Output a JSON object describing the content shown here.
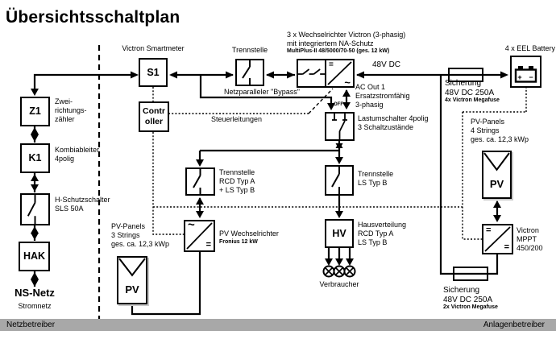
{
  "title": "Übersichtsschaltplan",
  "colors": {
    "line": "#000000",
    "separator_bar": "#a8a8a8",
    "background": "#ffffff"
  },
  "footer": {
    "left_zone": "Netzbetreiber",
    "right_zone": "Anlagenbetreiber"
  },
  "glyphs": {
    "dc": "=",
    "ac": "~",
    "plus": "+",
    "minus": "−"
  },
  "grid_column": {
    "z1": {
      "label": "Z1",
      "caption": "Zwei-\nrichtungs-\nzähler"
    },
    "k1": {
      "label": "K1",
      "caption": "Kombiableiter\n4polig"
    },
    "sls": {
      "caption": "H-Schutzschalter\nSLS 50A"
    },
    "hak": {
      "label": "HAK"
    },
    "grid": {
      "label": "NS-Netz",
      "caption": "Stromnetz"
    }
  },
  "metering": {
    "smartmeter": {
      "label": "S1",
      "caption": "Victron Smartmeter"
    },
    "controller": {
      "label": "Contr\noller"
    },
    "steuerleitungen_label": "Steuerleitungen"
  },
  "ac_path": {
    "trennstelle_top": {
      "caption": "Trennstelle"
    },
    "bypass_label": "Netzparalleler \"Bypass\"",
    "multiplus": {
      "caption": "3 x Wechselrichter Victron (3-phasig)\nmit integriertem NA-Schutz",
      "sub": "MultiPlus-II 48/5000/70-50 (ges. 12 kW)"
    },
    "ac_out_label": "AC Out 1\nErsatzstromfähig\n3-phasig",
    "off_label": "OFF",
    "lastumschalter": {
      "caption": "Lastumschalter 4polig\n3 Schaltzustände"
    },
    "trennstelle_ls": {
      "caption": "Trennstelle\nLS Typ B"
    },
    "trennstelle_rcd": {
      "caption": "Trennstelle\nRCD Typ A\n+ LS Typ B"
    },
    "hausverteilung": {
      "label": "HV",
      "caption": "Hausverteilung\nRCD Typ A\nLS Typ B"
    },
    "verbraucher_label": "Verbraucher"
  },
  "pv_ac": {
    "panels": {
      "label": "PV",
      "caption": "PV-Panels\n3 Strings\nges. ca. 12,3 kWp"
    },
    "inverter": {
      "caption": "PV Wechselrichter",
      "sub": "Fronius 12 kW"
    }
  },
  "dc_path": {
    "dc_bus_label": "48V DC",
    "fuse_top": {
      "caption": "Sicherung\n48V DC 250A",
      "sub": "4x Victron Megafuse"
    },
    "battery": {
      "caption": "4 x EEL Battery"
    },
    "panels": {
      "label": "PV",
      "caption": "PV-Panels\n4 Strings\nges. ca. 12,3 kWp"
    },
    "mppt": {
      "caption": "Victron\nMPPT\n450/200"
    },
    "fuse_bottom": {
      "caption": "Sicherung\n48V DC 250A",
      "sub": "2x Victron Megafuse"
    }
  }
}
